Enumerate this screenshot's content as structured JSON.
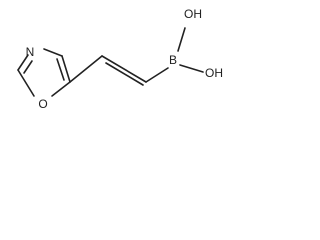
{
  "molecule": {
    "atoms": {
      "oxazole_nitrogen": "N",
      "oxazole_oxygen": "O",
      "boron": "B",
      "hydroxyl_top": "OH",
      "hydroxyl_bottom": "OH"
    },
    "colors": {
      "bond": "#222222",
      "label": "#222222",
      "background": "#ffffff"
    }
  }
}
